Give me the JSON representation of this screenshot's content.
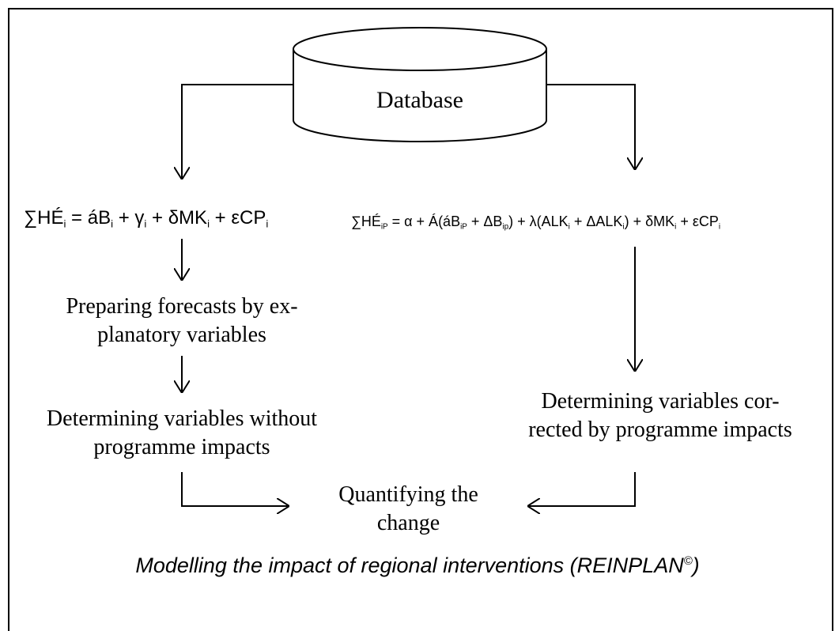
{
  "database": {
    "label": "Database"
  },
  "formula_left": {
    "lhs": "∑HÉ",
    "lhs_sub": "i",
    "rhs_1": " = áB",
    "rhs_1_sub": "i",
    "rhs_2": " + γ",
    "rhs_2_sub": "i",
    "rhs_3": " + δMK",
    "rhs_3_sub": "i",
    "rhs_4": " + εCP",
    "rhs_4_sub": "i"
  },
  "formula_right": {
    "p1": "∑HÉ",
    "p1_sub": "iP",
    "p2": " = α + Á(áB",
    "p2_sub": "iP",
    "p3": " + ΔB",
    "p3_sub": "ip",
    "p4": ") + λ(ALK",
    "p4_sub": "i",
    "p5": " + ΔALK",
    "p5_sub": "i",
    "p6": ") + δMK",
    "p6_sub": "i",
    "p7": " + εCP",
    "p7_sub": "i"
  },
  "steps": {
    "forecasts_line1": "Preparing forecasts by ex-",
    "forecasts_line2": "planatory variables",
    "without_line1": "Determining variables without",
    "without_line2": "programme impacts",
    "corrected_line1": "Determining variables cor-",
    "corrected_line2": "rected by programme impacts",
    "quantify_line1": "Quantifying the",
    "quantify_line2": "change"
  },
  "caption": {
    "text": "Modelling the impact of regional interventions (REINPLAN",
    "mark": "©",
    "close": ")"
  }
}
